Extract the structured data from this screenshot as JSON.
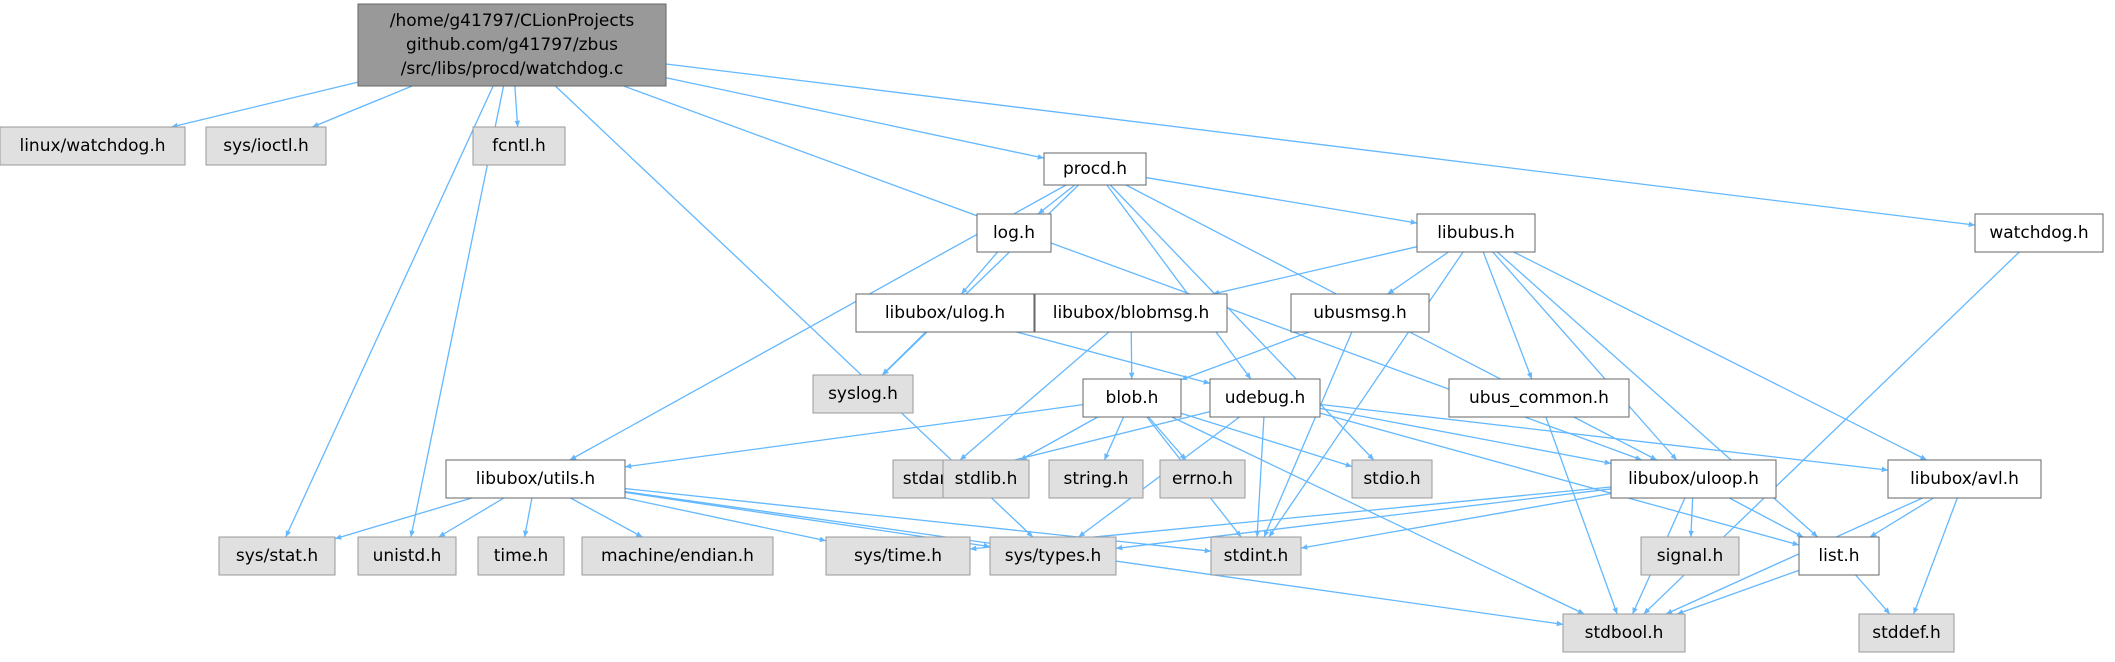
{
  "colors": {
    "edge": "#63b8ff",
    "root_fill": "#999999",
    "root_border": "#666666",
    "doc_fill": "#ffffff",
    "doc_border": "#666666",
    "sys_fill": "#e0e0e0",
    "sys_border": "#999999"
  },
  "nodes": [
    {
      "id": "root",
      "kind": "root",
      "lines": [
        "/home/g41797/CLionProjects",
        "github.com/g41797/zbus",
        "/src/libs/procd/watchdog.c"
      ]
    },
    {
      "id": "linux_watchdog",
      "kind": "sys",
      "lines": [
        "linux/watchdog.h"
      ]
    },
    {
      "id": "sys_ioctl",
      "kind": "sys",
      "lines": [
        "sys/ioctl.h"
      ]
    },
    {
      "id": "fcntl",
      "kind": "sys",
      "lines": [
        "fcntl.h"
      ]
    },
    {
      "id": "procd",
      "kind": "doc",
      "lines": [
        "procd.h"
      ]
    },
    {
      "id": "watchdog_h",
      "kind": "doc",
      "lines": [
        "watchdog.h"
      ]
    },
    {
      "id": "log",
      "kind": "doc",
      "lines": [
        "log.h"
      ]
    },
    {
      "id": "libubus",
      "kind": "doc",
      "lines": [
        "libubus.h"
      ]
    },
    {
      "id": "ulog",
      "kind": "doc",
      "lines": [
        "libubox/ulog.h"
      ]
    },
    {
      "id": "blobmsg",
      "kind": "doc",
      "lines": [
        "libubox/blobmsg.h"
      ]
    },
    {
      "id": "ubusmsg",
      "kind": "doc",
      "lines": [
        "ubusmsg.h"
      ]
    },
    {
      "id": "syslog",
      "kind": "sys",
      "lines": [
        "syslog.h"
      ]
    },
    {
      "id": "blob",
      "kind": "doc",
      "lines": [
        "blob.h"
      ]
    },
    {
      "id": "udebug",
      "kind": "doc",
      "lines": [
        "udebug.h"
      ]
    },
    {
      "id": "ubus_common",
      "kind": "doc",
      "lines": [
        "ubus_common.h"
      ]
    },
    {
      "id": "utils",
      "kind": "doc",
      "lines": [
        "libubox/utils.h"
      ]
    },
    {
      "id": "stdarg",
      "kind": "sys",
      "lines": [
        "stdarg.h"
      ]
    },
    {
      "id": "stdlib",
      "kind": "sys",
      "lines": [
        "stdlib.h"
      ]
    },
    {
      "id": "string",
      "kind": "sys",
      "lines": [
        "string.h"
      ]
    },
    {
      "id": "errno",
      "kind": "sys",
      "lines": [
        "errno.h"
      ]
    },
    {
      "id": "stdio",
      "kind": "sys",
      "lines": [
        "stdio.h"
      ]
    },
    {
      "id": "uloop",
      "kind": "doc",
      "lines": [
        "libubox/uloop.h"
      ]
    },
    {
      "id": "avl",
      "kind": "doc",
      "lines": [
        "libubox/avl.h"
      ]
    },
    {
      "id": "sys_stat",
      "kind": "sys",
      "lines": [
        "sys/stat.h"
      ]
    },
    {
      "id": "unistd",
      "kind": "sys",
      "lines": [
        "unistd.h"
      ]
    },
    {
      "id": "time",
      "kind": "sys",
      "lines": [
        "time.h"
      ]
    },
    {
      "id": "machine_endian",
      "kind": "sys",
      "lines": [
        "machine/endian.h"
      ]
    },
    {
      "id": "sys_time",
      "kind": "sys",
      "lines": [
        "sys/time.h"
      ]
    },
    {
      "id": "sys_types",
      "kind": "sys",
      "lines": [
        "sys/types.h"
      ]
    },
    {
      "id": "stdint",
      "kind": "sys",
      "lines": [
        "stdint.h"
      ]
    },
    {
      "id": "signal",
      "kind": "sys",
      "lines": [
        "signal.h"
      ]
    },
    {
      "id": "list",
      "kind": "doc",
      "lines": [
        "list.h"
      ]
    },
    {
      "id": "stdbool",
      "kind": "sys",
      "lines": [
        "stdbool.h"
      ]
    },
    {
      "id": "stddef",
      "kind": "sys",
      "lines": [
        "stddef.h"
      ]
    }
  ],
  "edges": [
    [
      "root",
      "linux_watchdog"
    ],
    [
      "root",
      "sys_ioctl"
    ],
    [
      "root",
      "sys_stat"
    ],
    [
      "root",
      "unistd"
    ],
    [
      "root",
      "fcntl"
    ],
    [
      "root",
      "sys_types"
    ],
    [
      "root",
      "procd"
    ],
    [
      "root",
      "uloop"
    ],
    [
      "root",
      "watchdog_h"
    ],
    [
      "procd",
      "log"
    ],
    [
      "procd",
      "libubus"
    ],
    [
      "procd",
      "syslog"
    ],
    [
      "procd",
      "udebug"
    ],
    [
      "procd",
      "utils"
    ],
    [
      "procd",
      "uloop"
    ],
    [
      "procd",
      "stdio"
    ],
    [
      "log",
      "ulog"
    ],
    [
      "ulog",
      "syslog"
    ],
    [
      "ulog",
      "udebug"
    ],
    [
      "libubus",
      "blobmsg"
    ],
    [
      "libubus",
      "ubusmsg"
    ],
    [
      "libubus",
      "ubus_common"
    ],
    [
      "libubus",
      "uloop"
    ],
    [
      "libubus",
      "list"
    ],
    [
      "libubus",
      "avl"
    ],
    [
      "libubus",
      "stdint"
    ],
    [
      "blobmsg",
      "blob"
    ],
    [
      "blobmsg",
      "stdarg"
    ],
    [
      "ubusmsg",
      "blob"
    ],
    [
      "ubusmsg",
      "stdint"
    ],
    [
      "ubus_common",
      "stdbool"
    ],
    [
      "blob",
      "utils"
    ],
    [
      "blob",
      "stdlib"
    ],
    [
      "blob",
      "string"
    ],
    [
      "blob",
      "errno"
    ],
    [
      "blob",
      "stdio"
    ],
    [
      "blob",
      "stdint"
    ],
    [
      "blob",
      "stdbool"
    ],
    [
      "udebug",
      "stdarg"
    ],
    [
      "udebug",
      "uloop"
    ],
    [
      "udebug",
      "avl"
    ],
    [
      "udebug",
      "list"
    ],
    [
      "udebug",
      "stdint"
    ],
    [
      "udebug",
      "sys_types"
    ],
    [
      "utils",
      "sys_stat"
    ],
    [
      "utils",
      "unistd"
    ],
    [
      "utils",
      "time"
    ],
    [
      "utils",
      "machine_endian"
    ],
    [
      "utils",
      "sys_time"
    ],
    [
      "utils",
      "sys_types"
    ],
    [
      "utils",
      "stdint"
    ],
    [
      "utils",
      "stdbool"
    ],
    [
      "uloop",
      "sys_time"
    ],
    [
      "uloop",
      "sys_types"
    ],
    [
      "uloop",
      "stdint"
    ],
    [
      "uloop",
      "signal"
    ],
    [
      "uloop",
      "list"
    ],
    [
      "uloop",
      "stdbool"
    ],
    [
      "avl",
      "list"
    ],
    [
      "avl",
      "stddef"
    ],
    [
      "avl",
      "stdbool"
    ],
    [
      "list",
      "stddef"
    ],
    [
      "list",
      "stdbool"
    ],
    [
      "watchdog_h",
      "stdbool"
    ]
  ]
}
